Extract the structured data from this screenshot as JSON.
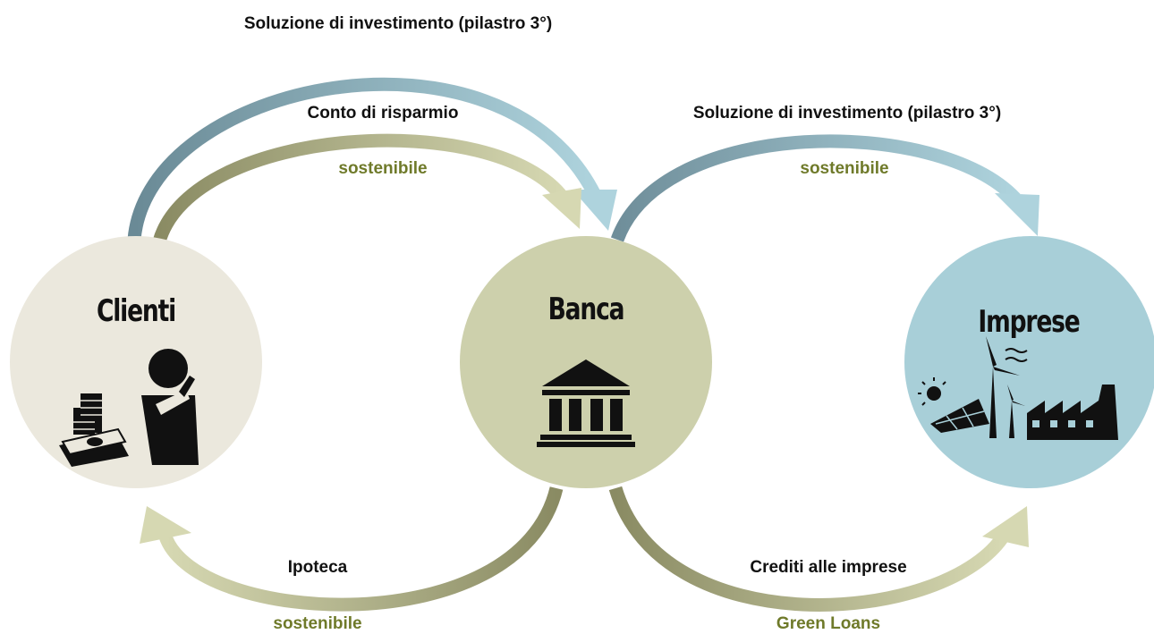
{
  "nodes": {
    "clienti": {
      "title": "Clienti",
      "icon": "person-money-icon",
      "color": "#ebe8dd"
    },
    "banca": {
      "title": "Banca",
      "icon": "bank-icon",
      "color": "#cdd0ac"
    },
    "imprese": {
      "title": "Imprese",
      "icon": "renewable-industry-icon",
      "color": "#a8cfd8"
    }
  },
  "flows": {
    "top_outer": {
      "label": "Soluzione di investimento (pilastro 3°)"
    },
    "top_inner": {
      "label": "Conto di risparmio",
      "tag": "sostenibile"
    },
    "right_top": {
      "label": "Soluzione di investimento (pilastro 3°)",
      "tag": "sostenibile"
    },
    "bottom_left": {
      "label": "Ipoteca",
      "tag": "sostenibile"
    },
    "bottom_right": {
      "label": "Crediti alle imprese",
      "tag": "Green Loans"
    }
  },
  "colors": {
    "blue_dark": "#6a8a96",
    "blue_light": "#aed3dd",
    "olive_dark": "#8a8b63",
    "olive_light": "#d6d8b2",
    "green_text": "#6f7a2a"
  }
}
